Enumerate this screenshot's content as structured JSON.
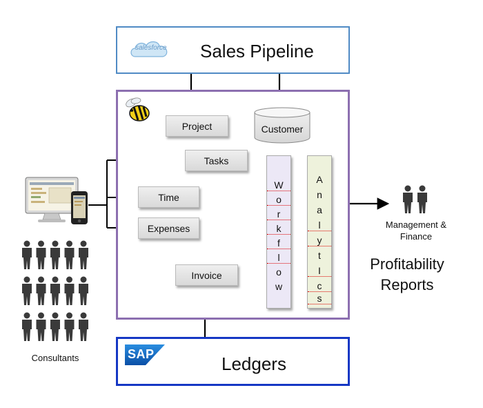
{
  "sales": {
    "logo_text": "salesforce",
    "title": "Sales Pipeline"
  },
  "main": {
    "project": "Project",
    "customer": "Customer",
    "tasks": "Tasks",
    "time": "Time",
    "expenses": "Expenses",
    "invoice": "Invoice",
    "workflow_letters": [
      "W",
      "o",
      "r",
      "k",
      "f",
      "l",
      "o",
      "w"
    ],
    "analytics_letters": [
      "A",
      "n",
      "a",
      "l",
      "y",
      "t",
      "I",
      "c",
      "s"
    ]
  },
  "ledgers": {
    "logo_text": "SAP",
    "title": "Ledgers"
  },
  "left": {
    "consultants_label": "Consultants"
  },
  "right": {
    "management_label": "Management & Finance",
    "profitability_line1": "Profitability",
    "profitability_line2": "Reports"
  },
  "colors": {
    "sales_border": "#4f8ac4",
    "main_border": "#8c6fb0",
    "ledgers_border": "#1537c4",
    "workflow_fill": "#ece8f6",
    "analytics_fill": "#eef2dc"
  },
  "icons": [
    "salesforce-logo",
    "bee-mascot-icon",
    "sap-logo",
    "laptop-icon",
    "phone-icon",
    "person-icon"
  ]
}
